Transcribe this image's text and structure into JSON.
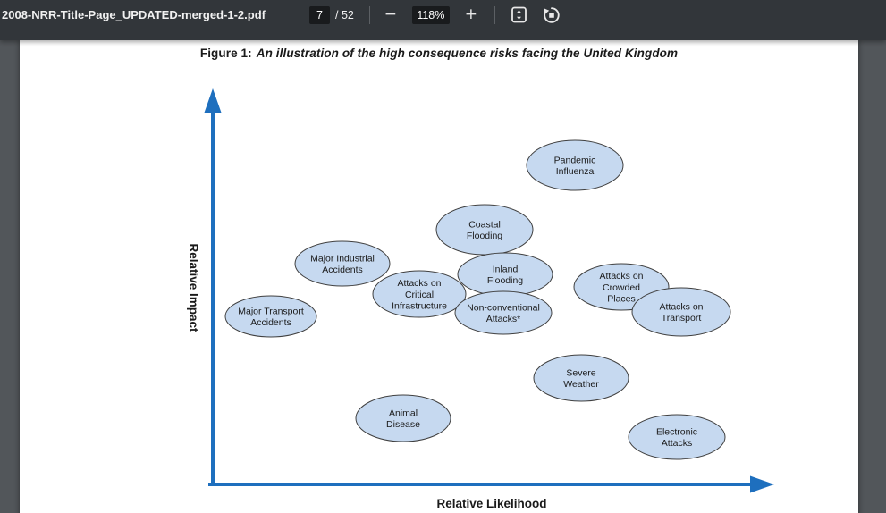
{
  "toolbar": {
    "filename": "2008-NRR-Title-Page_UPDATED-merged-1-2.pdf",
    "page_current": "7",
    "page_total_label": "/ 52",
    "zoom_out_glyph": "−",
    "zoom_level": "118%",
    "zoom_in_glyph": "+"
  },
  "figure": {
    "title_prefix": "Figure 1:",
    "title_text": "An illustration of the high consequence risks facing the United Kingdom"
  },
  "colors": {
    "axis_blue": "#1e6fbe",
    "bubble_fill": "#c6d9f0",
    "bubble_stroke": "#404040",
    "toolbar_bg": "#32363a",
    "viewer_bg": "#52565a",
    "toolbar_box_bg": "#191b1d"
  },
  "chart_data": {
    "type": "scatter",
    "title": "Figure 1: An illustration of the high consequence risks facing the United Kingdom",
    "xlabel": "Relative Likelihood",
    "ylabel": "Relative Impact",
    "xlim": [
      0,
      1
    ],
    "ylim": [
      0,
      1
    ],
    "grid": false,
    "legend": false,
    "points": [
      {
        "id": "pandemic-influenza",
        "label": "Pandemic Influenza",
        "lines": [
          "Pandemic",
          "Influenza"
        ],
        "likelihood": 0.65,
        "impact": 0.81,
        "cx": 621,
        "cy": 140,
        "rx": 54,
        "ry": 28
      },
      {
        "id": "coastal-flooding",
        "label": "Coastal Flooding",
        "lines": [
          "Coastal",
          "Flooding"
        ],
        "likelihood": 0.49,
        "impact": 0.65,
        "cx": 520,
        "cy": 212,
        "rx": 54,
        "ry": 28
      },
      {
        "id": "major-industrial-accidents",
        "label": "Major Industrial Accidents",
        "lines": [
          "Major Industrial",
          "Accidents"
        ],
        "likelihood": 0.23,
        "impact": 0.56,
        "cx": 361,
        "cy": 250,
        "rx": 53,
        "ry": 25
      },
      {
        "id": "inland-flooding",
        "label": "Inland Flooding",
        "lines": [
          "Inland",
          "Flooding"
        ],
        "likelihood": 0.52,
        "impact": 0.53,
        "cx": 543,
        "cy": 262,
        "rx": 53,
        "ry": 24
      },
      {
        "id": "attacks-on-critical-infrastructure",
        "label": "Attacks on Critical Infrastructure",
        "lines": [
          "Attacks on",
          "Critical",
          "Infrastructure"
        ],
        "likelihood": 0.37,
        "impact": 0.48,
        "cx": 447,
        "cy": 284,
        "rx": 52,
        "ry": 26
      },
      {
        "id": "attacks-on-crowded-places",
        "label": "Attacks on Crowded Places",
        "lines": [
          "Attacks on",
          "Crowded",
          "Places"
        ],
        "likelihood": 0.73,
        "impact": 0.5,
        "cx": 673,
        "cy": 276,
        "rx": 53,
        "ry": 26
      },
      {
        "id": "non-conventional-attacks",
        "label": "Non-conventional Attacks*",
        "lines": [
          "Non-conventional",
          "Attacks*"
        ],
        "likelihood": 0.52,
        "impact": 0.43,
        "cx": 541,
        "cy": 305,
        "rx": 54,
        "ry": 24
      },
      {
        "id": "attacks-on-transport",
        "label": "Attacks on Transport",
        "lines": [
          "Attacks on",
          "Transport"
        ],
        "likelihood": 0.84,
        "impact": 0.44,
        "cx": 740,
        "cy": 304,
        "rx": 55,
        "ry": 27
      },
      {
        "id": "major-transport-accidents",
        "label": "Major Transport Accidents",
        "lines": [
          "Major Transport",
          "Accidents"
        ],
        "likelihood": 0.1,
        "impact": 0.43,
        "cx": 281,
        "cy": 309,
        "rx": 51,
        "ry": 23
      },
      {
        "id": "severe-weather",
        "label": "Severe Weather",
        "lines": [
          "Severe",
          "Weather"
        ],
        "likelihood": 0.66,
        "impact": 0.27,
        "cx": 628,
        "cy": 378,
        "rx": 53,
        "ry": 26
      },
      {
        "id": "animal-disease",
        "label": "Animal Disease",
        "lines": [
          "Animal",
          "Disease"
        ],
        "likelihood": 0.34,
        "impact": 0.17,
        "cx": 429,
        "cy": 423,
        "rx": 53,
        "ry": 26
      },
      {
        "id": "electronic-attacks",
        "label": "Electronic Attacks",
        "lines": [
          "Electronic",
          "Attacks"
        ],
        "likelihood": 0.83,
        "impact": 0.12,
        "cx": 735,
        "cy": 444,
        "rx": 54,
        "ry": 25
      }
    ]
  }
}
